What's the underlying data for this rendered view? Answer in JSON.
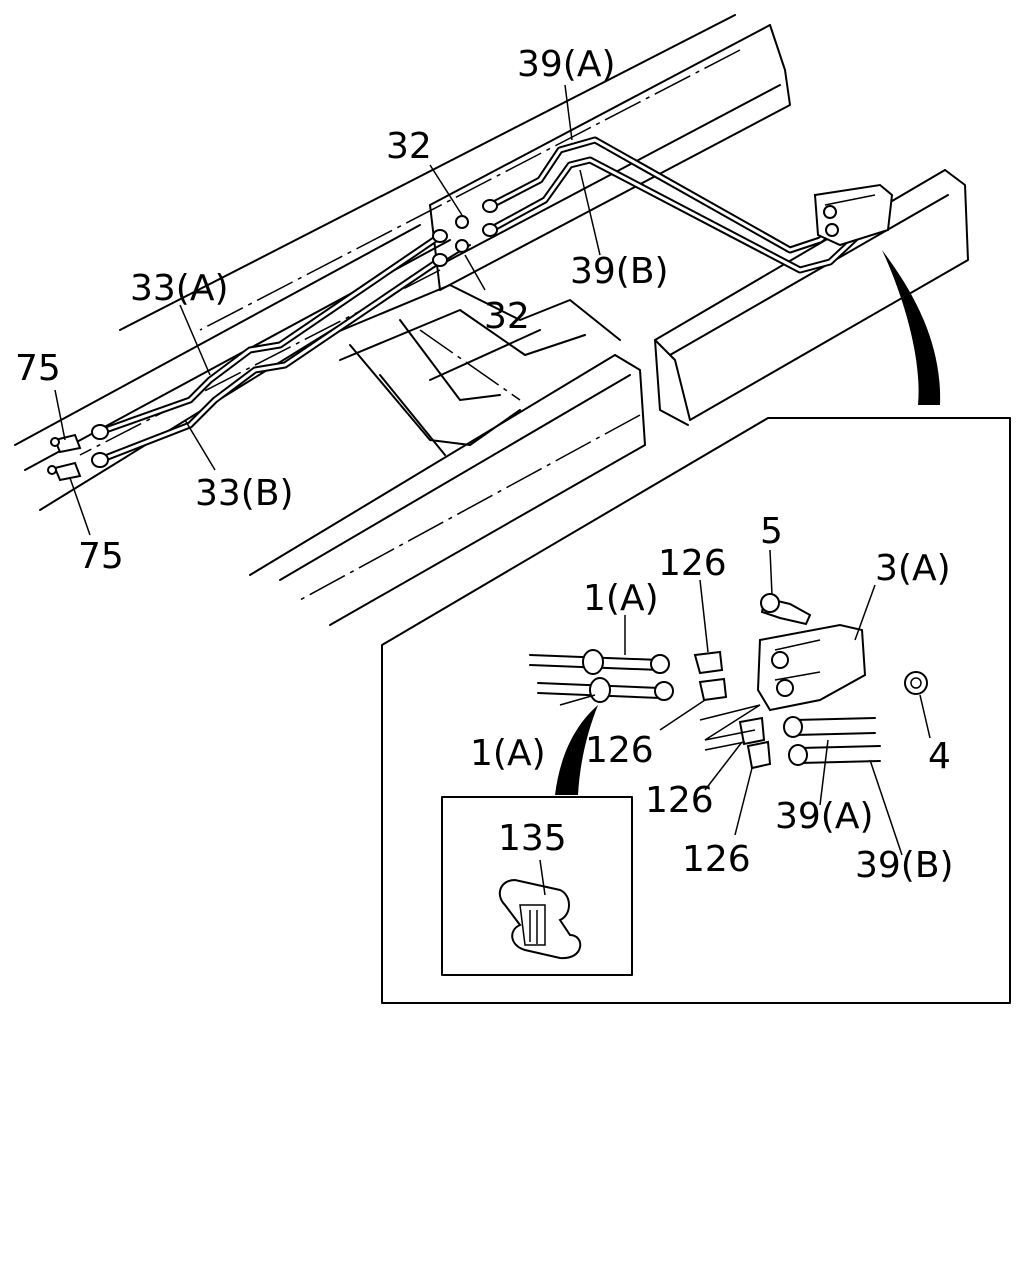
{
  "labels": {
    "p39a_top": "39(A)",
    "p32_top": "32",
    "p32_bottom": "32",
    "p39b_top": "39(B)",
    "p33a": "33(A)",
    "p33b": "33(B)",
    "p75_top": "75",
    "p75_bottom": "75",
    "p5": "5",
    "p126_top": "126",
    "p3a": "3(A)",
    "p1a_top": "1(A)",
    "p1a_bottom": "1(A)",
    "p126_mid": "126",
    "p4": "4",
    "p126_lower": "126",
    "p126_bottom": "126",
    "p39a_detail": "39(A)",
    "p39b_detail": "39(B)",
    "p135": "135"
  }
}
